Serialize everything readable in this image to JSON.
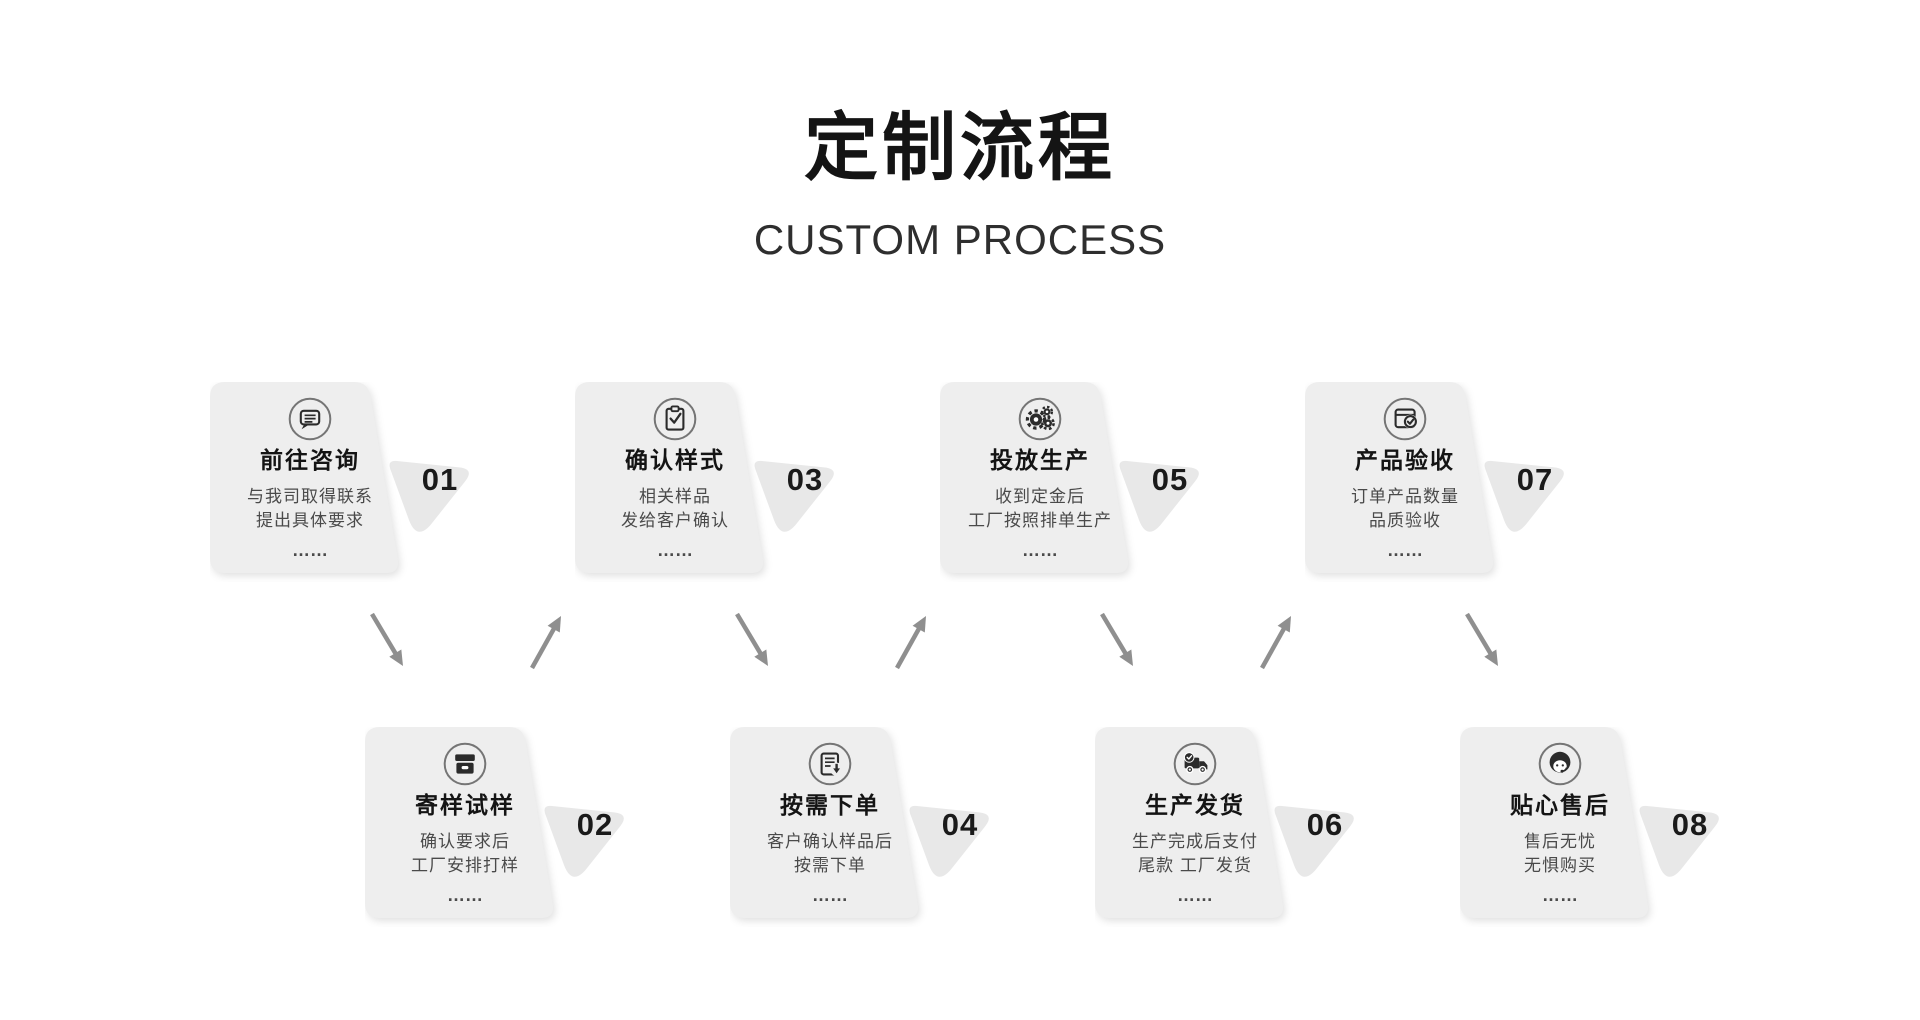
{
  "header": {
    "title": "定制流程",
    "subtitle": "CUSTOM PROCESS"
  },
  "steps": [
    {
      "number": "01",
      "title": "前往咨询",
      "desc_lines": [
        "与我司取得联系",
        "提出具体要求"
      ],
      "ellipsis": "……",
      "icon": "chat-icon"
    },
    {
      "number": "02",
      "title": "寄样试样",
      "desc_lines": [
        "确认要求后",
        "工厂安排打样"
      ],
      "ellipsis": "……",
      "icon": "sample-box-icon"
    },
    {
      "number": "03",
      "title": "确认样式",
      "desc_lines": [
        "相关样品",
        "发给客户确认"
      ],
      "ellipsis": "……",
      "icon": "clipboard-check-icon"
    },
    {
      "number": "04",
      "title": "按需下单",
      "desc_lines": [
        "客户确认样品后",
        "按需下单"
      ],
      "ellipsis": "……",
      "icon": "order-doc-icon"
    },
    {
      "number": "05",
      "title": "投放生产",
      "desc_lines": [
        "收到定金后",
        "工厂按照排单生产"
      ],
      "ellipsis": "……",
      "icon": "gears-icon"
    },
    {
      "number": "06",
      "title": "生产发货",
      "desc_lines": [
        "生产完成后支付",
        "尾款 工厂发货"
      ],
      "ellipsis": "……",
      "icon": "delivery-truck-icon"
    },
    {
      "number": "07",
      "title": "产品验收",
      "desc_lines": [
        "订单产品数量",
        "品质验收"
      ],
      "ellipsis": "……",
      "icon": "product-check-icon"
    },
    {
      "number": "08",
      "title": "贴心售后",
      "desc_lines": [
        "售后无忧",
        "无惧购买"
      ],
      "ellipsis": "……",
      "icon": "customer-service-icon"
    }
  ],
  "colors": {
    "page_bg": "#ffffff",
    "card_bg": "#eeeeee",
    "badge_bg": "#e8e8e8",
    "title_color": "#141414",
    "desc_color": "#4a4a4a",
    "number_color": "#1a1a1a",
    "arrow_color": "#8f8f8f",
    "icon_stroke": "#2b2b2b",
    "icon_circle_stroke": "#757575"
  }
}
